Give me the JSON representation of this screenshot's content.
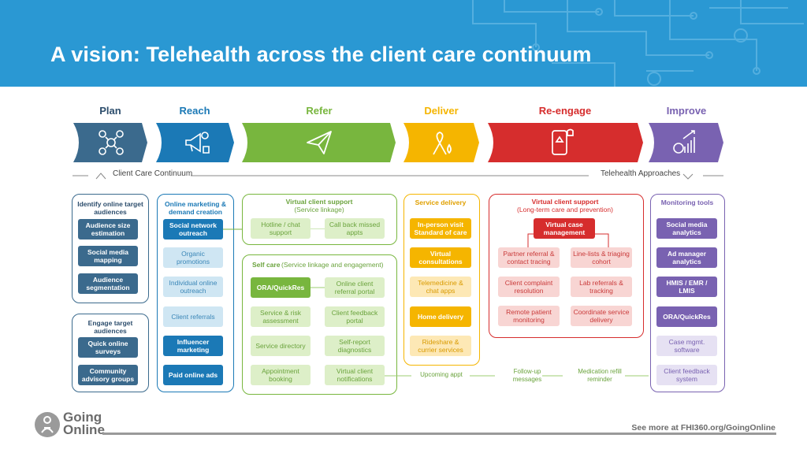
{
  "title": "A vision: Telehealth across the client care continuum",
  "colors": {
    "plan": "#3b6a8d",
    "reach": "#1b79b6",
    "refer": "#78b63e",
    "deliver": "#f5b500",
    "reengage": "#d62d2d",
    "improve": "#7962b1"
  },
  "stages": [
    {
      "label": "Plan",
      "icon": "people-network-icon"
    },
    {
      "label": "Reach",
      "icon": "megaphone-media-icon"
    },
    {
      "label": "Refer",
      "icon": "paper-plane-icon"
    },
    {
      "label": "Deliver",
      "icon": "ribbon-drop-icon"
    },
    {
      "label": "Re-engage",
      "icon": "phone-alert-icon"
    },
    {
      "label": "Improve",
      "icon": "growth-chart-icon"
    }
  ],
  "continuum": {
    "left": "Client Care Continuum",
    "right": "Telehealth Approaches"
  },
  "plan": {
    "identify": {
      "title": "Identify online target audiences",
      "items": [
        "Audience size estimation",
        "Social media mapping",
        "Audience segmentation"
      ]
    },
    "engage": {
      "title": "Engage target audiences",
      "items": [
        "Quick online surveys",
        "Community advisory groups"
      ]
    }
  },
  "reach": {
    "title": "Online marketing & demand creation",
    "items": [
      "Social network outreach",
      "Organic promotions",
      "Individual online outreach",
      "Client referrals",
      "Influencer marketing",
      "Paid online ads"
    ]
  },
  "refer": {
    "virtual": {
      "title": "Virtual client support",
      "subtitle": "(Service linkage)",
      "items": [
        "Hotline / chat support",
        "Call back missed appts"
      ]
    },
    "selfcare": {
      "title": "Self care",
      "subtitle": "(Service linkage and engagement)",
      "items": [
        "ORA/QuickRes",
        "Online client referral portal",
        "Service & risk assessment",
        "Client feedback portal",
        "Service directory",
        "Self-report diagnostics",
        "Appointment booking",
        "Virtual client notifications"
      ]
    }
  },
  "deliver": {
    "title": "Service delivery",
    "items": [
      "In-person visit Standard of care",
      "Virtual consultations",
      "Telemedicine & chat apps",
      "Home delivery",
      "Rideshare & currier services"
    ]
  },
  "reengage": {
    "title": "Virtual client support",
    "subtitle": "(Long-term care and prevention)",
    "center": "Virtual case management",
    "items": [
      "Partner referral & contact tracing",
      "Line-lists & triaging cohort",
      "Client complaint resolution",
      "Lab referrals & tracking",
      "Remote patient monitoring",
      "Coordinate service delivery"
    ]
  },
  "bottom_row": [
    "Upcoming appt",
    "Follow-up messages",
    "Medication refill reminder"
  ],
  "improve": {
    "title": "Monitoring tools",
    "items": [
      "Social media analytics",
      "Ad manager analytics",
      "HMIS / EMR / LMIS",
      "ORA/QuickRes",
      "Case mgmt. software",
      "Client feedback system"
    ]
  },
  "footer": {
    "logo_line1": "Going",
    "logo_line2": "Online",
    "link": "See more at FHI360.org/GoingOnline"
  }
}
